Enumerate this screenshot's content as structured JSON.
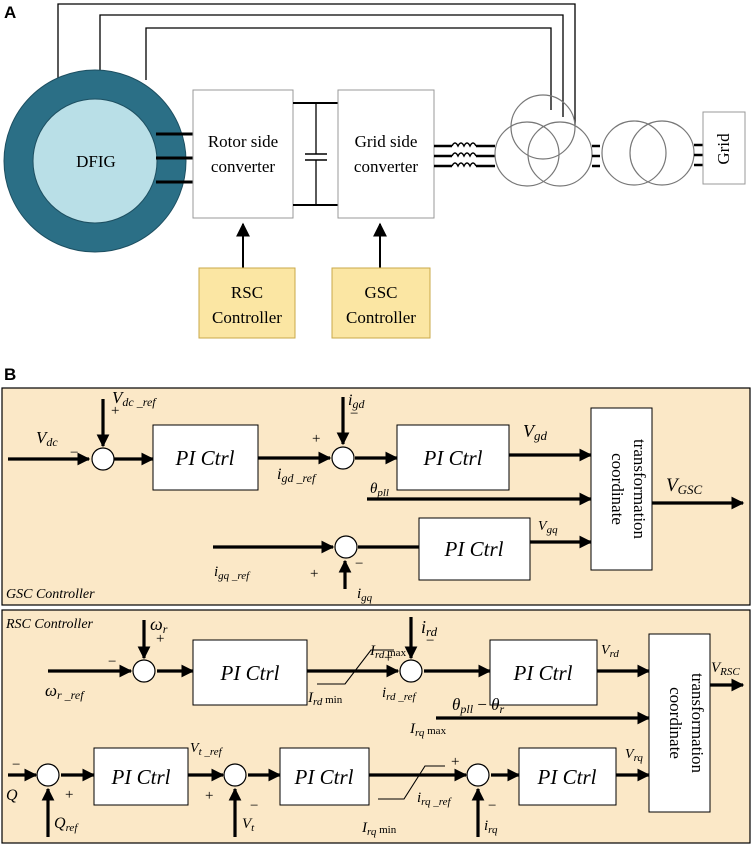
{
  "panel_a": {
    "label": "A",
    "dfig": "DFIG",
    "rsc_line1": "Rotor side",
    "rsc_line2": "converter",
    "gsc_line1": "Grid side",
    "gsc_line2": "converter",
    "rsc_ctrl_line1": "RSC",
    "rsc_ctrl_line2": "Controller",
    "gsc_ctrl_line1": "GSC",
    "gsc_ctrl_line2": "Controller",
    "grid": "Grid"
  },
  "panel_b": {
    "label": "B",
    "pi_label": "PI   Ctrl",
    "coord_line1": "coordinate",
    "coord_line2": "transformation",
    "gsc_title": "GSC   Controller",
    "rsc_title": "RSC   Controller",
    "plus": "+",
    "minus": "−"
  },
  "colors": {
    "dfig_outer": "#2b6f86",
    "dfig_inner": "#b9dfe7",
    "controller_fill": "#fbe6a3",
    "controller_border": "#c9a84a",
    "panel_fill": "#fbe8c7"
  }
}
